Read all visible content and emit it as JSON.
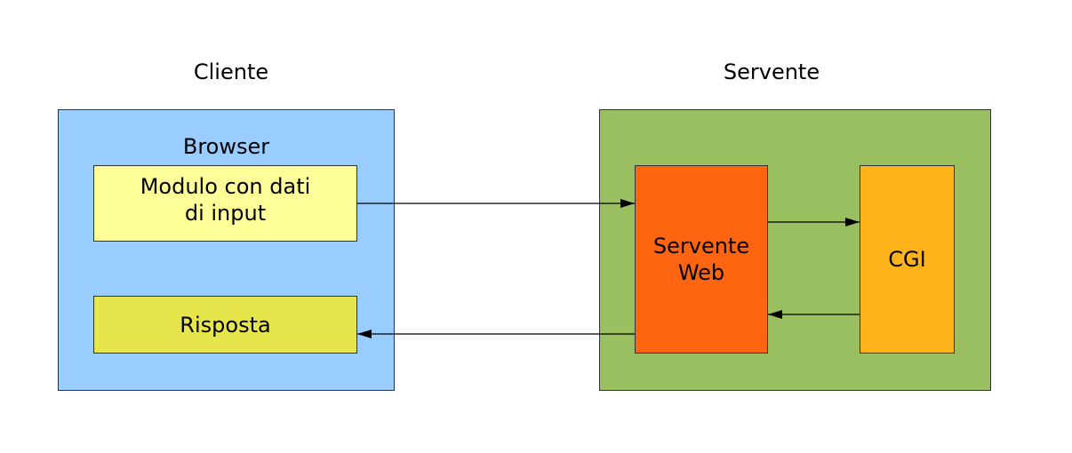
{
  "client": {
    "title": "Cliente",
    "browser_label": "Browser",
    "form_box": "Modulo con dati\ndi input",
    "response_box": "Risposta",
    "colors": {
      "panel": "#99ccff",
      "form": "#ffff99",
      "response": "#e6e64c"
    }
  },
  "server": {
    "title": "Servente",
    "web_server_box": "Servente\nWeb",
    "cgi_box": "CGI",
    "colors": {
      "panel": "#99bf60",
      "web_server": "#ff6411",
      "cgi": "#ffb31a"
    }
  },
  "connections": [
    {
      "from": "form_box",
      "to": "web_server_box"
    },
    {
      "from": "web_server_box",
      "to": "cgi_box"
    },
    {
      "from": "cgi_box",
      "to": "web_server_box"
    },
    {
      "from": "web_server_box",
      "to": "response_box"
    }
  ]
}
